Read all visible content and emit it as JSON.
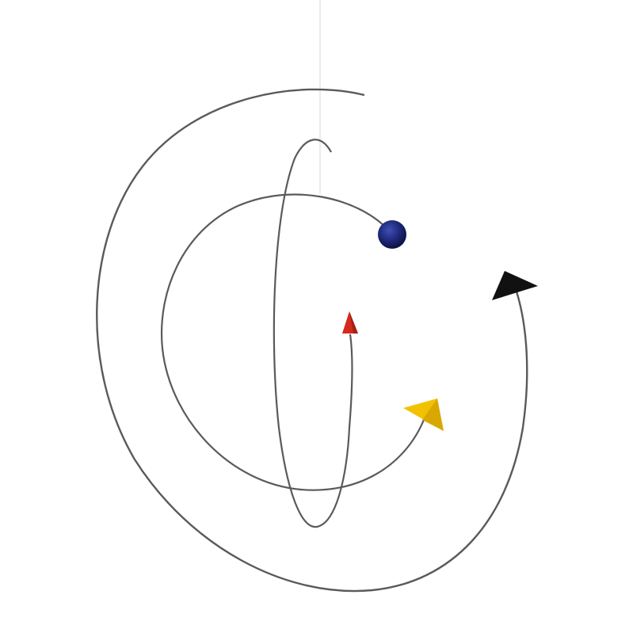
{
  "scene": {
    "background": "#ffffff",
    "wire_color": "#5a5a5a",
    "thread_color": "#d8d8d8"
  },
  "ornaments": [
    {
      "name": "blue-sphere",
      "color": "#1f2a7a",
      "shape": "sphere"
    },
    {
      "name": "red-triangle",
      "color": "#d42a1c",
      "shape": "cone"
    },
    {
      "name": "yellow-triangle",
      "color": "#f2c200",
      "shape": "triangle"
    },
    {
      "name": "black-triangle",
      "color": "#111111",
      "shape": "triangle"
    }
  ]
}
